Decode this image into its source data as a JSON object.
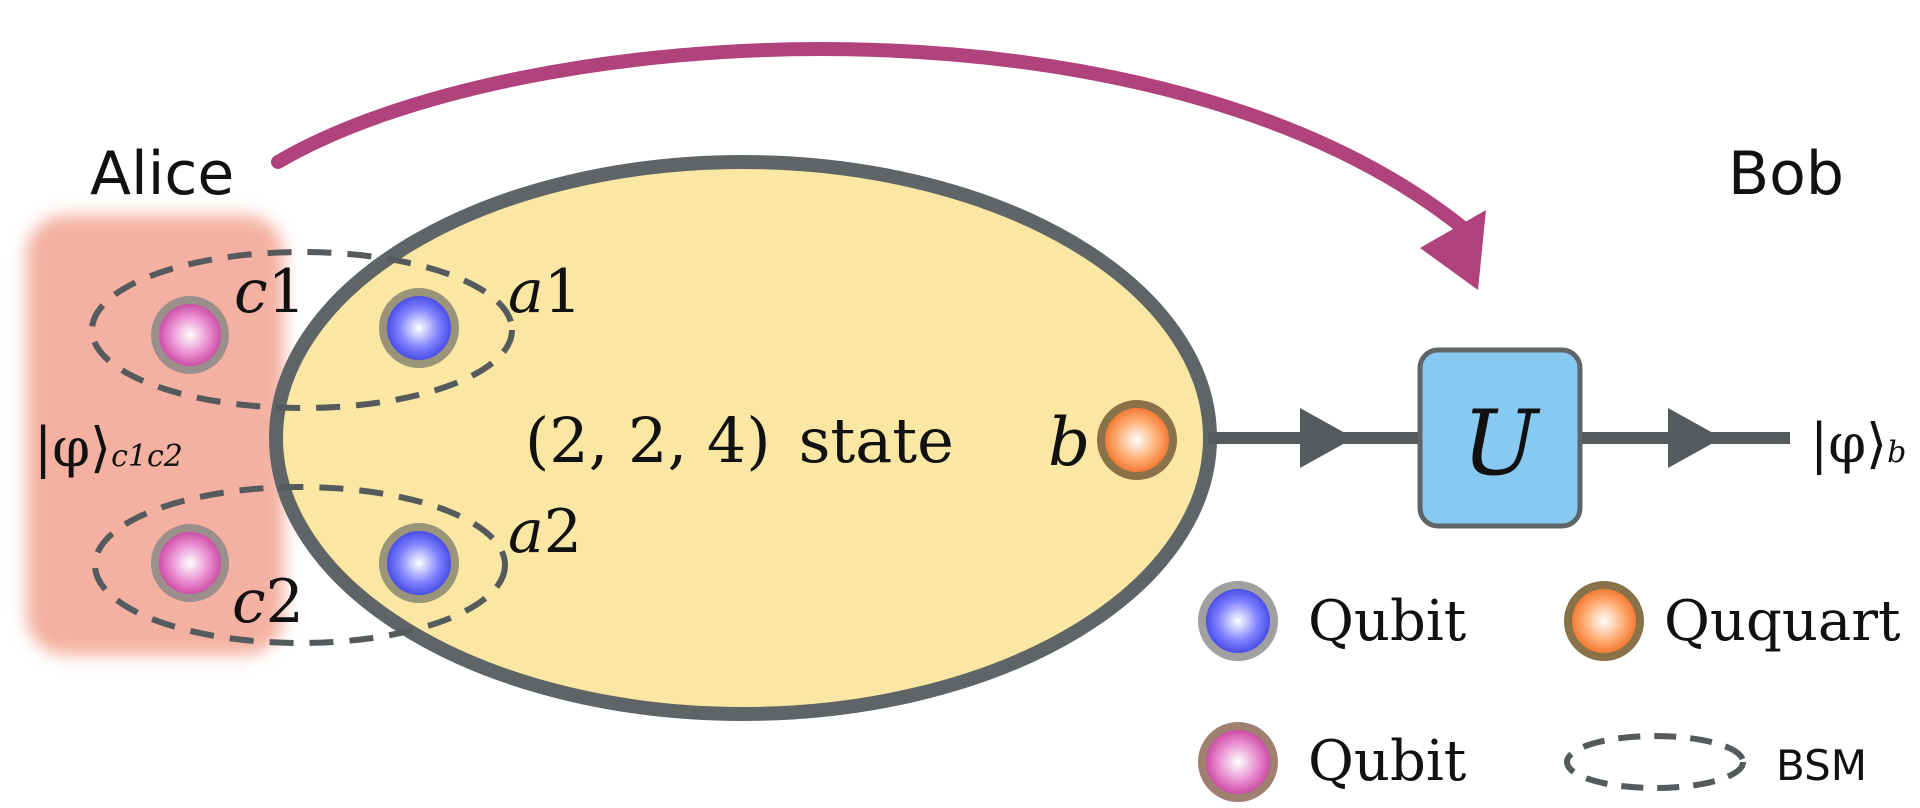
{
  "labels": {
    "alice": "Alice",
    "bob": "Bob",
    "state": "(2, 2, 4)",
    "state_word": "state",
    "c1_letter": "c",
    "c1_index": "1",
    "c2_letter": "c",
    "c2_index": "2",
    "a1_letter": "a",
    "a1_index": "1",
    "a2_letter": "a",
    "a2_index": "2",
    "b": "b",
    "U": "U",
    "input_ket": "|φ⟩",
    "input_sub": "c1c2",
    "output_ket": "|φ⟩",
    "output_sub": "b"
  },
  "legend": {
    "qubit_blue": "Qubit",
    "ququart": "Ququart",
    "qubit_pink": "Qubit",
    "bsm": "BSM"
  },
  "colors": {
    "alice_region": "#f4b1a1",
    "state_fill": "#f9e7a3",
    "state_stroke": "#5f6467",
    "arrow_magenta": "#b0437b",
    "gate_fill": "#88c9f2",
    "gate_stroke": "#5f6467",
    "qubit_blue": "#4b4ef0",
    "qubit_pink": "#d04aa6",
    "ququart": "#f47a30",
    "wire": "#555a5c"
  }
}
